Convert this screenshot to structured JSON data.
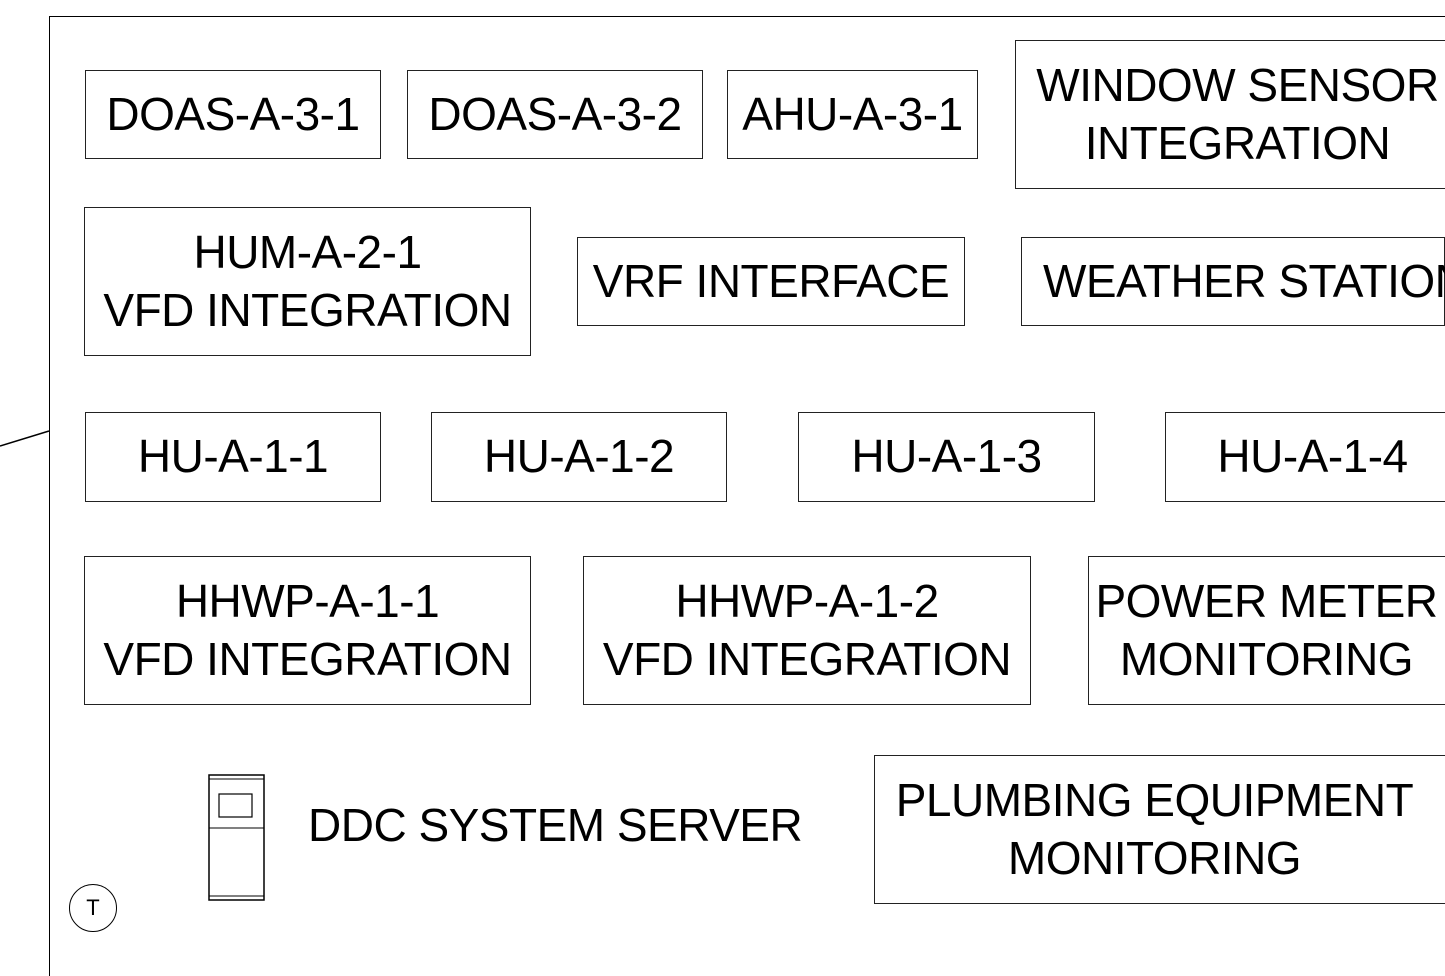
{
  "equipment": [
    {
      "id": "doas-a-3-1",
      "lines": [
        "DOAS-A-3-1"
      ]
    },
    {
      "id": "doas-a-3-2",
      "lines": [
        "DOAS-A-3-2"
      ]
    },
    {
      "id": "ahu-a-3-1",
      "lines": [
        "AHU-A-3-1"
      ]
    },
    {
      "id": "window-sensor",
      "lines": [
        "WINDOW SENSOR",
        "INTEGRATION"
      ]
    },
    {
      "id": "hum-a-2-1",
      "lines": [
        "HUM-A-2-1",
        "VFD INTEGRATION"
      ]
    },
    {
      "id": "vrf-interface",
      "lines": [
        "VRF INTERFACE"
      ]
    },
    {
      "id": "weather-station",
      "lines": [
        "WEATHER STATION"
      ]
    },
    {
      "id": "hu-a-1-1",
      "lines": [
        "HU-A-1-1"
      ]
    },
    {
      "id": "hu-a-1-2",
      "lines": [
        "HU-A-1-2"
      ]
    },
    {
      "id": "hu-a-1-3",
      "lines": [
        "HU-A-1-3"
      ]
    },
    {
      "id": "hu-a-1-4",
      "lines": [
        "HU-A-1-4"
      ]
    },
    {
      "id": "hhwp-a-1-1",
      "lines": [
        "HHWP-A-1-1",
        "VFD INTEGRATION"
      ]
    },
    {
      "id": "hhwp-a-1-2",
      "lines": [
        "HHWP-A-1-2",
        "VFD INTEGRATION"
      ]
    },
    {
      "id": "power-meter",
      "lines": [
        "POWER METER",
        "MONITORING"
      ]
    },
    {
      "id": "plumbing-equipment",
      "lines": [
        "PLUMBING EQUIPMENT",
        "MONITORING"
      ]
    }
  ],
  "server": {
    "label": "DDC SYSTEM SERVER",
    "icon": "server-icon"
  },
  "thermostat": {
    "label": "T",
    "icon": "thermostat-icon"
  }
}
